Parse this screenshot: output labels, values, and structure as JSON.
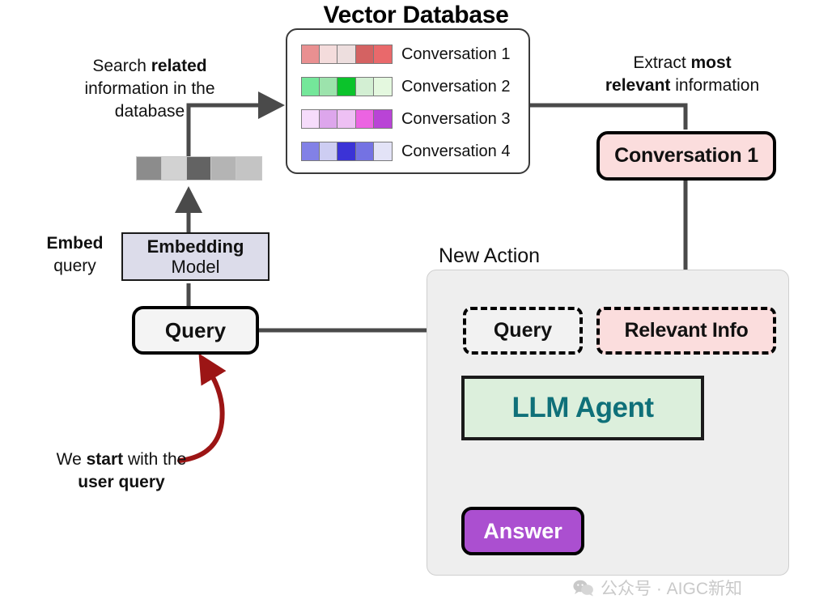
{
  "diagram": {
    "title": "Vector Database",
    "new_action_label": "New Action"
  },
  "annotations": {
    "search": {
      "line1_plain": "Search ",
      "line1_bold": "related",
      "line2": "information in the",
      "line3": "database"
    },
    "extract": {
      "line1_plain": "Extract ",
      "line1_bold": "most",
      "line2_bold": "relevant",
      "line2_plain": " information"
    },
    "embed": {
      "bold": "Embed",
      "plain": "query"
    },
    "start": {
      "line1_a": "We ",
      "line1_bold": "start",
      "line1_b": " with the",
      "line2_bold": "user query"
    }
  },
  "vector_database": {
    "rows": [
      {
        "label": "Conversation 1",
        "colors": [
          "#e99091",
          "#f4dcdc",
          "#eddede",
          "#d46262",
          "#e9696b"
        ]
      },
      {
        "label": "Conversation 2",
        "colors": [
          "#74e79a",
          "#9ce3ac",
          "#0bc32b",
          "#d3efd3",
          "#e4f8df"
        ]
      },
      {
        "label": "Conversation 3",
        "colors": [
          "#f6dcfb",
          "#dda6ec",
          "#eec0f4",
          "#ec63e2",
          "#b944d6"
        ]
      },
      {
        "label": "Conversation 4",
        "colors": [
          "#8281e6",
          "#cdcdf2",
          "#3b33d6",
          "#7472e3",
          "#e3e3f7"
        ]
      }
    ]
  },
  "query_vector": {
    "name": "embedded-query-vector",
    "colors": [
      "#8c8c8c",
      "#d2d2d2",
      "#636363",
      "#b4b4b4",
      "#c4c4c4"
    ]
  },
  "boxes": {
    "embedding_model": {
      "line1": "Embedding",
      "line2": "Model",
      "bg": "#dcdcea"
    },
    "query": {
      "label": "Query",
      "bg": "#f4f4f4"
    },
    "conversation_retrieved": {
      "label": "Conversation 1",
      "bg": "#fbdddd"
    },
    "query_inner": {
      "label": "Query",
      "bg": "#f2f2f2"
    },
    "relevant_info": {
      "label": "Relevant Info",
      "bg": "#fbdddd"
    },
    "llm_agent": {
      "label": "LLM Agent",
      "bg": "#dcefdc",
      "text_color": "#0f7079"
    },
    "answer": {
      "label": "Answer",
      "bg": "#ab4fd0",
      "text_color": "#ffffff"
    }
  },
  "colors": {
    "connector": "#4a4a4a",
    "red_arrow": "#9c1515",
    "panel_bg": "#eeeeee",
    "card_border": "#3a3a3a"
  },
  "watermark": {
    "text": "公众号 · AIGC新知",
    "icon": "wechat-icon"
  }
}
